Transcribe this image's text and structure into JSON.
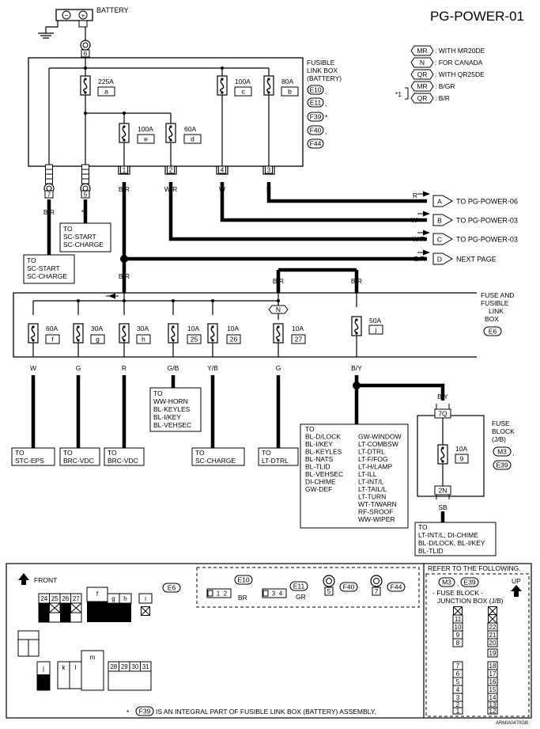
{
  "page_id": "PG-POWER-01",
  "battery_label": "BATTERY",
  "link_box": {
    "title": [
      "FUSIBLE",
      "LINK BOX",
      "(BATTERY)"
    ],
    "connectors": [
      "E10",
      "E11",
      "F39",
      "F40",
      "F44"
    ],
    "star": "*"
  },
  "legend": {
    "items": [
      {
        "tag": "MR",
        "text": ": WITH MR20DE"
      },
      {
        "tag": "N",
        "text": ": FOR CANADA"
      },
      {
        "tag": "QR",
        "text": ": WITH QR25DE"
      },
      {
        "tag": "MR",
        "text": ": B/GR"
      },
      {
        "tag": "QR",
        "text": ": B/R"
      }
    ],
    "star1": "*1"
  },
  "fusible_links": [
    {
      "amp": "225A",
      "id": "a"
    },
    {
      "amp": "100A",
      "id": "c"
    },
    {
      "amp": "80A",
      "id": "b"
    },
    {
      "amp": "100A",
      "id": "e"
    },
    {
      "amp": "60A",
      "id": "d"
    }
  ],
  "terminals": [
    "1",
    "2",
    "4",
    "3",
    "7",
    "5",
    "6"
  ],
  "wire_colors": {
    "w1": "B/R",
    "w2": "W/R",
    "w3": "W",
    "w4": "R",
    "w7": "B/R",
    "w5": "*1",
    "join": "B/R",
    "jl": "B/R",
    "jr": "B/R"
  },
  "outputs": [
    {
      "color": "R",
      "letter": "A",
      "text": "TO PG-POWER-06"
    },
    {
      "color": "W",
      "letter": "B",
      "text": "TO PG-POWER-03"
    },
    {
      "color": "W/R",
      "letter": "C",
      "text": "TO PG-POWER-03"
    },
    {
      "color": "B/R",
      "letter": "D",
      "text": "NEXT PAGE"
    }
  ],
  "to_boxes": {
    "sc5": [
      "TO",
      "SC-START",
      "SC-CHARGE"
    ],
    "sc7": [
      "TO",
      "SC-START",
      "SC-CHARGE"
    ],
    "stc": [
      "TO",
      "STC-EPS"
    ],
    "brc1": [
      "TO",
      "BRC-VDC"
    ],
    "brc2": [
      "TO",
      "BRC-VDC"
    ],
    "ww": [
      "TO",
      "WW-HORN",
      "BL-KEYLES",
      "BL-I/KEY",
      "BL-VEHSEC"
    ],
    "scc": [
      "TO",
      "SC-CHARGE"
    ],
    "ltd": [
      "TO",
      "LT-DTRL"
    ],
    "bl_left": [
      "TO",
      "BL-D/LOCK",
      "BL-I/KEY",
      "BL-KEYLES",
      "BL-NATS",
      "BL-TLID",
      "BL-VEHSEC",
      "DI-CHIME",
      "GW-DEF"
    ],
    "bl_right": [
      "GW-WINDOW",
      "LT-COMBSW",
      "LT-DTRL",
      "LT-F/FOG",
      "LT-H/LAMP",
      "LT-ILL",
      "LT-INT/L",
      "LT-TAIL/L",
      "LT-TURN",
      "WT-T/WARN",
      "RF-SROOF",
      "WW-WIPER"
    ],
    "lt": [
      "TO",
      "LT-INT/L, DI-CHIME",
      "BL-D/LOCK, BL-I/KEY",
      "BL-TLID"
    ]
  },
  "fuse_box": {
    "title": [
      "FUSE AND",
      "FUSIBLE",
      "LINK",
      "BOX"
    ],
    "connector": "E6",
    "canada_tag": "N"
  },
  "fuses": [
    {
      "amp": "60A",
      "id": "f",
      "wire": "W"
    },
    {
      "amp": "30A",
      "id": "g",
      "wire": "G"
    },
    {
      "amp": "30A",
      "id": "h",
      "wire": "R"
    },
    {
      "amp": "10A",
      "id": "25",
      "wire": "G/B"
    },
    {
      "amp": "10A",
      "id": "26",
      "wire": "Y/B"
    },
    {
      "amp": "10A",
      "id": "27",
      "wire": "G"
    },
    {
      "amp": "50A",
      "id": "j",
      "wire": "B/Y"
    }
  ],
  "fuse_block": {
    "title": [
      "FUSE",
      "BLOCK",
      "(J/B)"
    ],
    "connectors": [
      "M3",
      "E39"
    ],
    "amp": "10A",
    "id": "9",
    "top_term": "7Q",
    "bottom_term": "2N",
    "in_wire": "B/Y",
    "out_wire": "SB"
  },
  "bottom": {
    "front": "FRONT",
    "e6": "E6",
    "cells_top": [
      "24",
      "25",
      "26",
      "27",
      "f",
      "g",
      "h",
      "i"
    ],
    "cells_bot": [
      "j",
      "k",
      "l",
      "m",
      "28",
      "29",
      "30",
      "31"
    ],
    "conn_e10": {
      "name": "E10",
      "pins": [
        "1",
        "2"
      ],
      "color": "BR"
    },
    "conn_e11": {
      "name": "E11",
      "pins": [
        "3",
        "4"
      ],
      "color": "GR"
    },
    "conn_f40": {
      "name": "F40",
      "pin": "5"
    },
    "conn_f44": {
      "name": "F44",
      "pin": "7"
    },
    "refer": "REFER TO THE FOLLOWING.",
    "refer_conns": [
      "M3",
      "E39"
    ],
    "up": "UP",
    "jb_label": [
      "- FUSE BLOCK -",
      "JUNCTION BOX (J/B)"
    ],
    "jb_left": [
      "11",
      "10",
      "9",
      "8",
      "7",
      "6",
      "5",
      "4",
      "3",
      "2",
      "1"
    ],
    "jb_right": [
      "22",
      "21",
      "20",
      "19",
      "18",
      "17",
      "16",
      "15",
      "14",
      "13",
      "12"
    ],
    "footnote_star": "*",
    "footnote_conn": "F39",
    "footnote": "IS AN INTEGRAL PART OF FUSIBLE LINK BOX (BATTERY) ASSEMBLY.",
    "code": "ARMIA0470GB"
  }
}
